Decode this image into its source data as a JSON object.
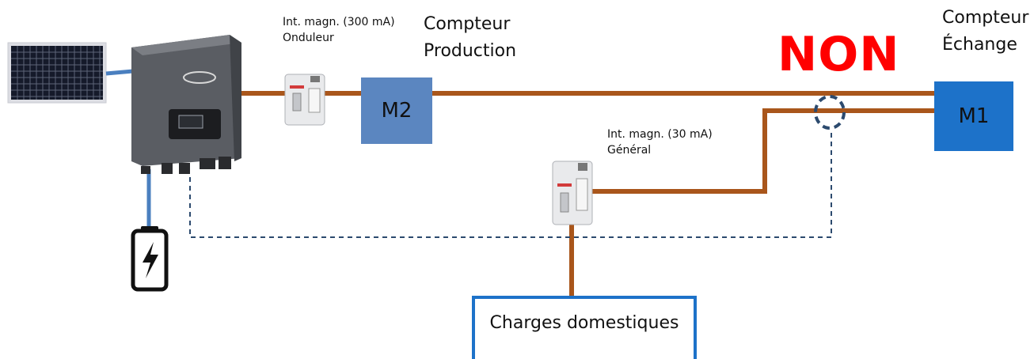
{
  "labels": {
    "breaker_inverter_line1": "Int. magn. (300 mA)",
    "breaker_inverter_line2": "Onduleur",
    "breaker_main_line1": "Int. magn. (30 mA)",
    "breaker_main_line2": "Général",
    "meter_production_line1": "Compteur",
    "meter_production_line2": "Production",
    "meter_exchange_line1": "Compteur",
    "meter_exchange_line2": "Échange",
    "meter_production_id": "M2",
    "meter_exchange_id": "M1",
    "verdict": "NON",
    "loads": "Charges domestiques"
  },
  "colors": {
    "ac_wire": "#a9561b",
    "dc_wire": "#4a7fbf",
    "meter_production": "#5b86c0",
    "meter_exchange": "#1d72c9",
    "verdict": "#ff0000",
    "dashed_link": "#2c4a6e"
  }
}
